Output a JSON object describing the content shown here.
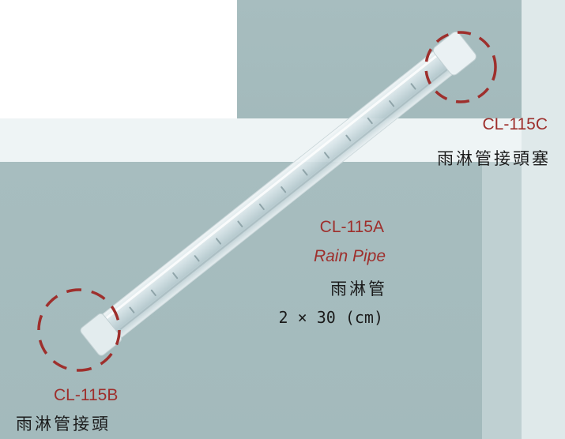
{
  "colors": {
    "panel": "#a7bdbf",
    "panel_light": "#bfd0d2",
    "accent": "#9e2f2c",
    "text": "#1b1b1b"
  },
  "labels": {
    "c": {
      "code": "CL-115C",
      "name": "雨淋管接頭塞"
    },
    "a": {
      "code": "CL-115A",
      "name_en": "Rain Pipe",
      "name": "雨淋管",
      "size": "2 × 30 (cm)"
    },
    "b": {
      "code": "CL-115B",
      "name": "雨淋管接頭"
    }
  },
  "icons": [
    "dashed-circle-icon",
    "rain-pipe-icon"
  ]
}
